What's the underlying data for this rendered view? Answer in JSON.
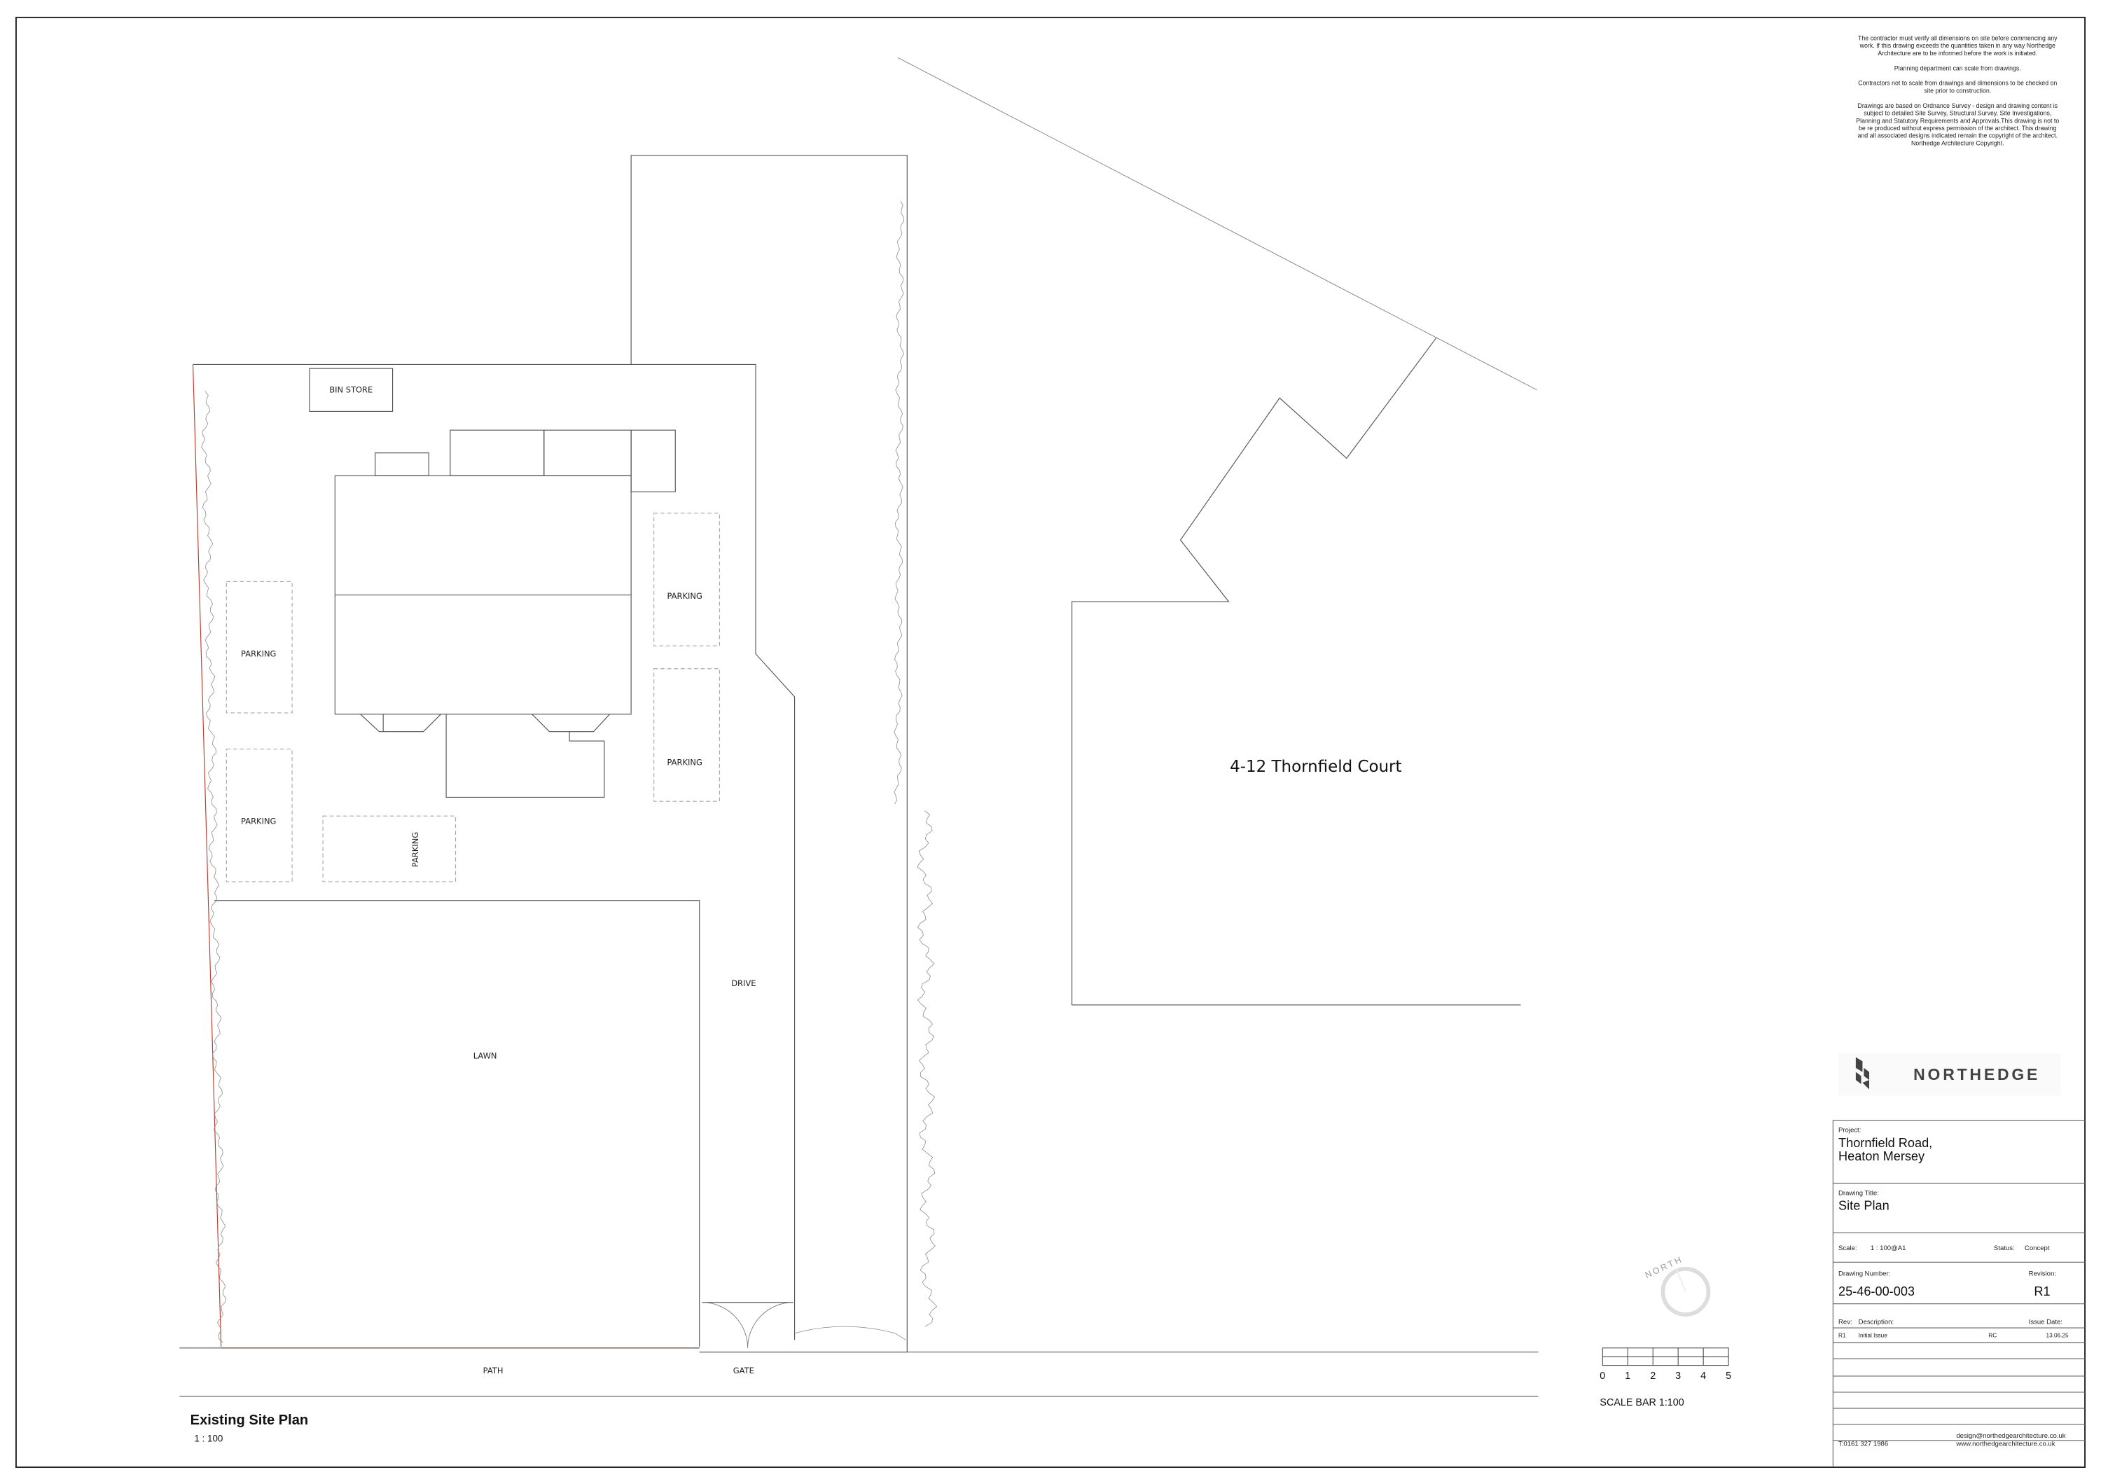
{
  "notes": [
    "The contractor must verify all dimensions on site before commencing any",
    "work. If this drawing exceeds the quantities taken in any way Northedge",
    "Architecture are to be informed before the work is initiated.",
    "",
    "Planning department can scale from drawings.",
    "",
    "Contractors not to scale from drawings and dimensions to be checked on",
    "site prior to construction.",
    "",
    "Drawings are based on Ordnance Survey - design and drawing content is",
    "subject to detailed Site Survey, Structural Survey, Site Investigations,",
    "Planning and Statutory Requirements and Approvals.This drawing is not to",
    "be re produced without express permission of the architect. This drawing",
    "and all associated designs indicated remain the copyright of the architect.",
    "Northedge Architecture Copyright."
  ],
  "plan": {
    "neighbour": "4-12 Thornfield Court",
    "bin_store": "BIN STORE",
    "parking": [
      "PARKING",
      "PARKING",
      "PARKING",
      "PARKING",
      "PARKING"
    ],
    "drive": "DRIVE",
    "lawn": "LAWN",
    "path": "PATH",
    "gate": "GATE",
    "title": "Existing Site Plan",
    "scale": "1 : 100"
  },
  "north": {
    "label": "NORTH"
  },
  "scale_bar": {
    "ticks": [
      "0",
      "1",
      "2",
      "3",
      "4",
      "5"
    ],
    "label": "SCALE BAR 1:100"
  },
  "title_block": {
    "logo": "NORTHEDGE",
    "project_label": "Project:",
    "project_line1": "Thornfield Road,",
    "project_line2": "Heaton Mersey",
    "drawing_title_label": "Drawing Title:",
    "drawing_title": "Site Plan",
    "scale_label": "Scale:",
    "scale": "1 : 100@A1",
    "status_label": "Status:",
    "status": "Concept",
    "drawing_number_label": "Drawing Number:",
    "drawing_number": "25-46-00-003",
    "revision_label": "Revision:",
    "revision": "R1",
    "rev_header": {
      "rev": "Rev:",
      "description": "Description:",
      "issue_date": "Issue Date:"
    },
    "revisions": [
      {
        "rev": "R1",
        "description": "Initial Issue",
        "by": "RC",
        "date": "13.06.25"
      }
    ],
    "phone": "T:0161 327 1986",
    "email": "design@northedgearchitecture.co.uk",
    "website": "www.northedgearchitecture.co.uk"
  },
  "colors": {
    "boundary": "#c0392b",
    "line": "#555555",
    "north": "#dddddd"
  }
}
